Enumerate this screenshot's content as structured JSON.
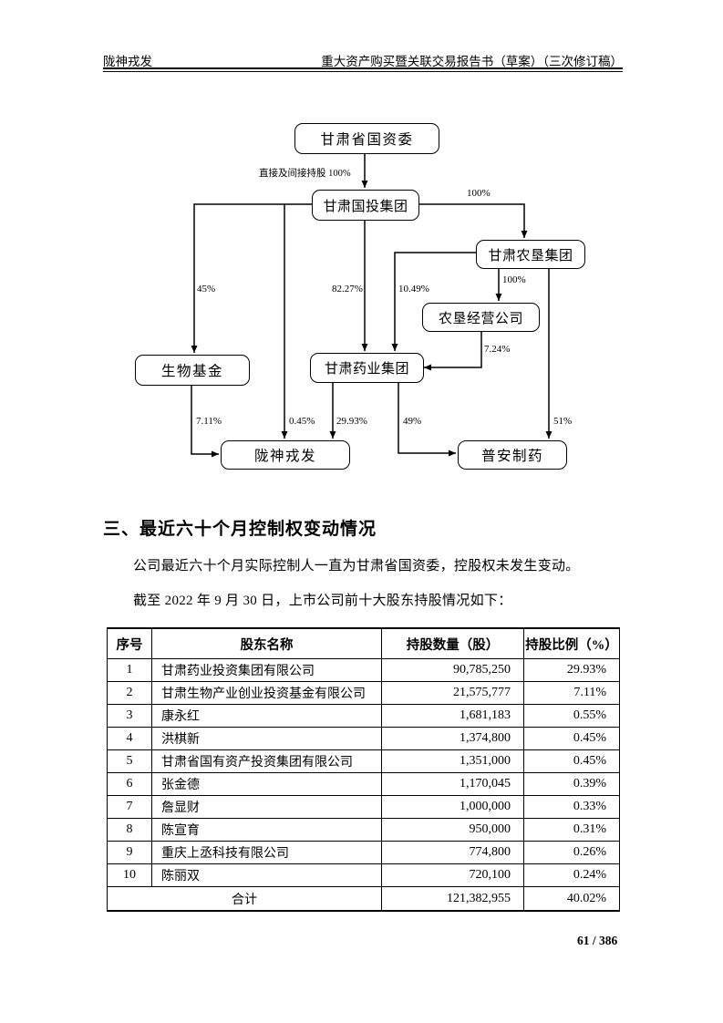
{
  "header": {
    "left": "陇神戎发",
    "right": "重大资产购买暨关联交易报告书（草案）（三次修订稿）"
  },
  "diagram": {
    "nodes": [
      {
        "id": "gansu-sasac",
        "label": "甘肃省国资委"
      },
      {
        "id": "gansu-guotou-group",
        "label": "甘肃国投集团"
      },
      {
        "id": "gansu-nongken-group",
        "label": "甘肃农垦集团"
      },
      {
        "id": "nongken-jingying",
        "label": "农垦经营公司"
      },
      {
        "id": "shengwu-fund",
        "label": "生物基金"
      },
      {
        "id": "gansu-yaoye-group",
        "label": "甘肃药业集团"
      },
      {
        "id": "longshen-rongfa",
        "label": "陇神戎发"
      },
      {
        "id": "puan-pharma",
        "label": "普安制药"
      }
    ],
    "labels": [
      {
        "id": "direct-indirect-100",
        "text": "直接及间接持股 100%"
      },
      {
        "id": "pct-100-right",
        "text": "100%"
      },
      {
        "id": "pct-45",
        "text": "45%"
      },
      {
        "id": "pct-82-27",
        "text": "82.27%"
      },
      {
        "id": "pct-10-49",
        "text": "10.49%"
      },
      {
        "id": "pct-100-nongken",
        "text": "100%"
      },
      {
        "id": "pct-7-24",
        "text": "7.24%"
      },
      {
        "id": "pct-7-11",
        "text": "7.11%"
      },
      {
        "id": "pct-0-45",
        "text": "0.45%"
      },
      {
        "id": "pct-29-93",
        "text": "29.93%"
      },
      {
        "id": "pct-49",
        "text": "49%"
      },
      {
        "id": "pct-51",
        "text": "51%"
      }
    ]
  },
  "section": {
    "heading": "三、最近六十个月控制权变动情况",
    "para1": "公司最近六十个月实际控制人一直为甘肃省国资委，控股权未发生变动。",
    "para2": "截至 2022 年 9 月 30 日，上市公司前十大股东持股情况如下："
  },
  "table": {
    "headers": [
      "序号",
      "股东名称",
      "持股数量（股）",
      "持股比例（%）"
    ],
    "rows": [
      {
        "no": "1",
        "name": "甘肃药业投资集团有限公司",
        "shares": "90,785,250",
        "pct": "29.93%"
      },
      {
        "no": "2",
        "name": "甘肃生物产业创业投资基金有限公司",
        "shares": "21,575,777",
        "pct": "7.11%"
      },
      {
        "no": "3",
        "name": "康永红",
        "shares": "1,681,183",
        "pct": "0.55%"
      },
      {
        "no": "4",
        "name": "洪棋新",
        "shares": "1,374,800",
        "pct": "0.45%"
      },
      {
        "no": "5",
        "name": "甘肃省国有资产投资集团有限公司",
        "shares": "1,351,000",
        "pct": "0.45%"
      },
      {
        "no": "6",
        "name": "张金德",
        "shares": "1,170,045",
        "pct": "0.39%"
      },
      {
        "no": "7",
        "name": "詹显财",
        "shares": "1,000,000",
        "pct": "0.33%"
      },
      {
        "no": "8",
        "name": "陈宣育",
        "shares": "950,000",
        "pct": "0.31%"
      },
      {
        "no": "9",
        "name": "重庆上丞科技有限公司",
        "shares": "774,800",
        "pct": "0.26%"
      },
      {
        "no": "10",
        "name": "陈丽双",
        "shares": "720,100",
        "pct": "0.24%"
      }
    ],
    "total": {
      "label": "合计",
      "shares": "121,382,955",
      "pct": "40.02%"
    }
  },
  "footer": {
    "page": "61 / 386"
  }
}
